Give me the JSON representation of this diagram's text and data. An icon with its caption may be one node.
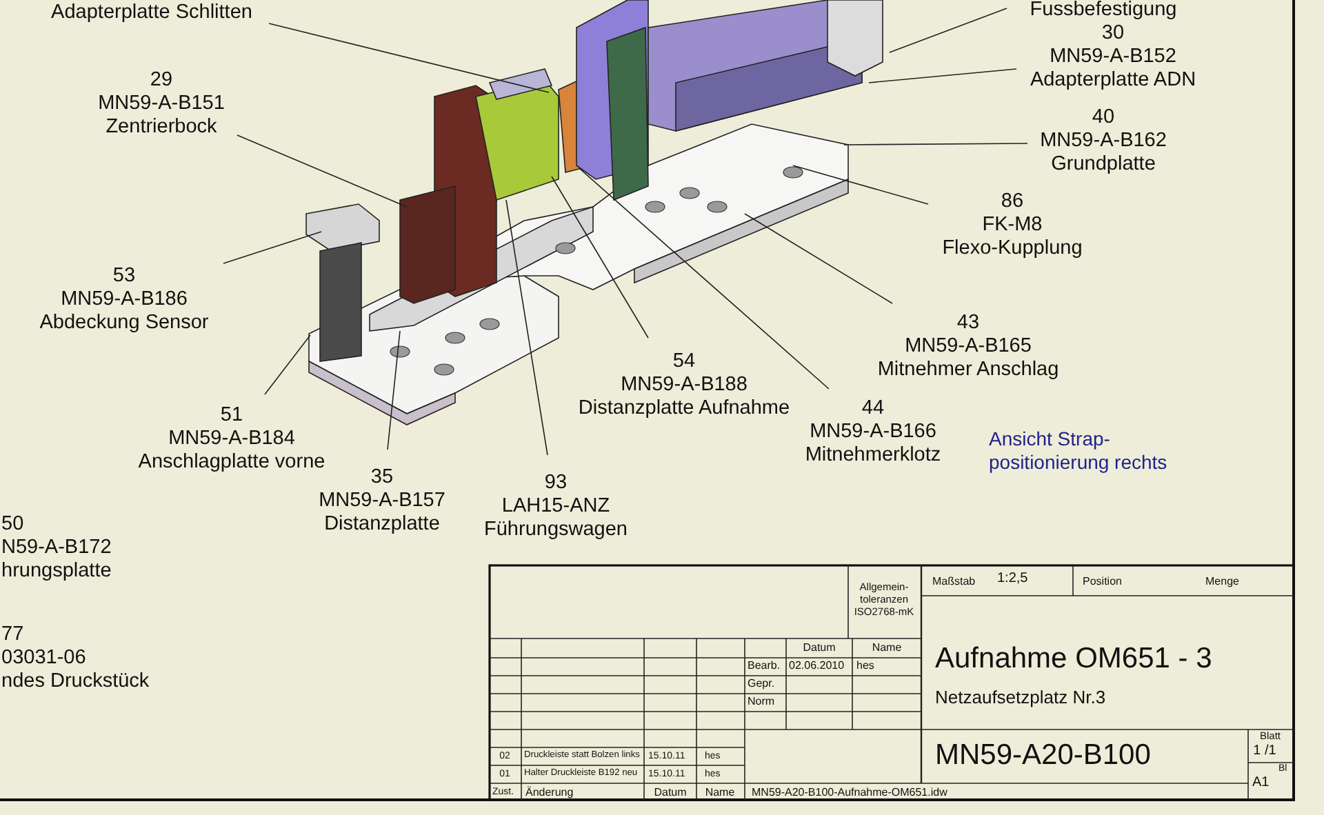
{
  "diagram": {
    "nodes": [
      {
        "text": [
          "Adapterplatte Schlitten"
        ]
      },
      {
        "text": [
          "Fussbefestigung"
        ]
      },
      {
        "text": [
          "30",
          "MN59-A-B152",
          "Adapterplatte ADN"
        ]
      },
      {
        "text": [
          "40",
          "MN59-A-B162",
          "Grundplatte"
        ]
      },
      {
        "text": [
          "86",
          "FK-M8",
          "Flexo-Kupplung"
        ]
      },
      {
        "text": [
          "43",
          "MN59-A-B165",
          "Mitnehmer Anschlag"
        ]
      },
      {
        "text": [
          "44",
          "MN59-A-B166",
          "Mitnehmerklotz"
        ]
      },
      {
        "text": [
          "54",
          "MN59-A-B188",
          "Distanzplatte Aufnahme"
        ]
      },
      {
        "text": [
          "93",
          "LAH15-ANZ",
          "Führungswagen"
        ]
      },
      {
        "text": [
          "35",
          "MN59-A-B157",
          "Distanzplatte"
        ]
      },
      {
        "text": [
          "51",
          "MN59-A-B184",
          "Anschlagplatte vorne"
        ]
      },
      {
        "text": [
          "53",
          "MN59-A-B186",
          "Abdeckung Sensor"
        ]
      },
      {
        "text": [
          "29",
          "MN59-A-B151",
          "Zentrierbock"
        ]
      },
      {
        "text": [
          "50",
          "N59-A-B172",
          "hrungsplatte"
        ]
      },
      {
        "text": [
          "77",
          "03031-06",
          "ndes Druckstück"
        ]
      }
    ],
    "edges": [
      {
        "from": 0,
        "to": null,
        "arrow": "none"
      },
      {
        "from": 1,
        "to": null,
        "arrow": "none"
      },
      {
        "from": 2,
        "to": null,
        "arrow": "none"
      },
      {
        "from": 3,
        "to": null,
        "arrow": "none"
      },
      {
        "from": 4,
        "to": null,
        "arrow": "none"
      },
      {
        "from": 5,
        "to": null,
        "arrow": "none"
      },
      {
        "from": 6,
        "to": null,
        "arrow": "none"
      },
      {
        "from": 7,
        "to": null,
        "arrow": "none"
      },
      {
        "from": 8,
        "to": null,
        "arrow": "none"
      },
      {
        "from": 9,
        "to": null,
        "arrow": "none"
      },
      {
        "from": 10,
        "to": null,
        "arrow": "none"
      },
      {
        "from": 11,
        "to": null,
        "arrow": "none"
      },
      {
        "from": 12,
        "to": null,
        "arrow": "none"
      }
    ],
    "labels": [
      "Ansicht Strap-positionierung rechts",
      "Allgemein-toleranzen ISO2768-mK",
      "Maßstab",
      "1:2,5",
      "Position",
      "Menge",
      "Datum",
      "Name",
      "Bearb.",
      "02.06.2010",
      "hes",
      "Gepr.",
      "Norm",
      "Aufnahme OM651 - 3",
      "Netzaufsetzplatz Nr.3",
      "MN59-A20-B100",
      "Blatt",
      "1 /1",
      "Bl",
      "A1",
      "02",
      "Druckleiste statt Bolzen links",
      "15.10.11",
      "hes",
      "01",
      "Halter Druckleiste B192 neu",
      "15.10.11",
      "hes",
      "Zust.",
      "Änderung",
      "Datum",
      "Name",
      "MN59-A20-B100-Aufnahme-OM651.idw"
    ]
  }
}
